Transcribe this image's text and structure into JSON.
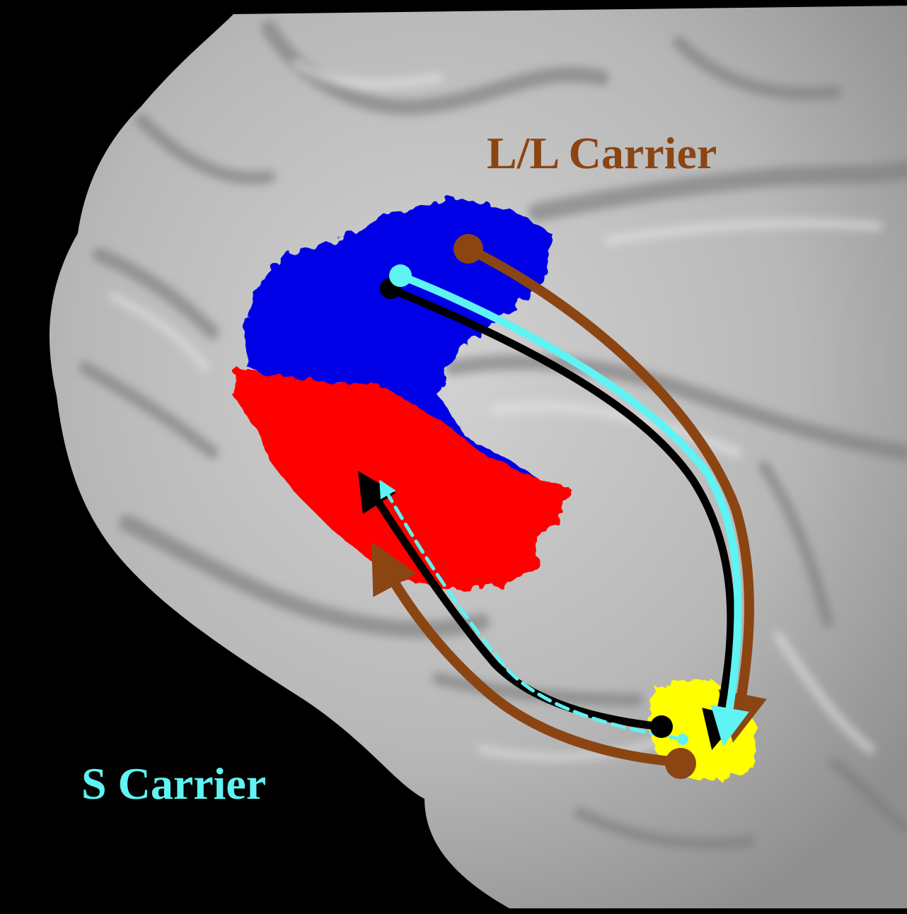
{
  "labels": {
    "ll_carrier": "L/L Carrier",
    "s_carrier": "S Carrier"
  },
  "colors": {
    "background": "#000000",
    "cortex": "#b9b9b9",
    "region_blue": "#0000e6",
    "region_red": "#ff0000",
    "region_yellow": "#ffff00",
    "ll_carrier": "#8b4513",
    "s_carrier": "#5ff3f3",
    "common_path": "#000000"
  },
  "legend": [
    {
      "name": "L/L Carrier",
      "color": "#8b4513"
    },
    {
      "name": "S Carrier",
      "color": "#5ff3f3"
    }
  ]
}
